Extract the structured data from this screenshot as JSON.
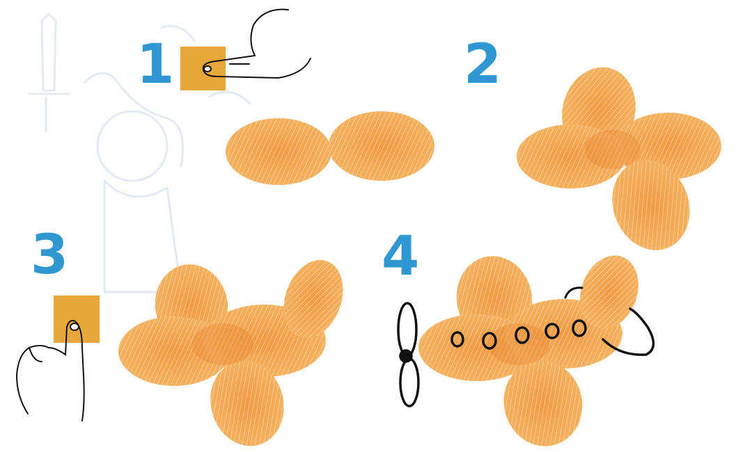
{
  "steps": [
    {
      "number": "1"
    },
    {
      "number": "2"
    },
    {
      "number": "3"
    },
    {
      "number": "4"
    }
  ],
  "colors": {
    "step_number": "#2f97d2",
    "ink_pad": "#e7a73a",
    "fingerprint": "#f2a94f",
    "fingerprint_dark": "#e8822a",
    "pen": "#111111",
    "faint_background_drawing": "#e6ecf3"
  },
  "icons": [
    "finger-pressing-ink-pad-icon",
    "thumb-on-ink-pad-icon",
    "propeller-icon"
  ]
}
